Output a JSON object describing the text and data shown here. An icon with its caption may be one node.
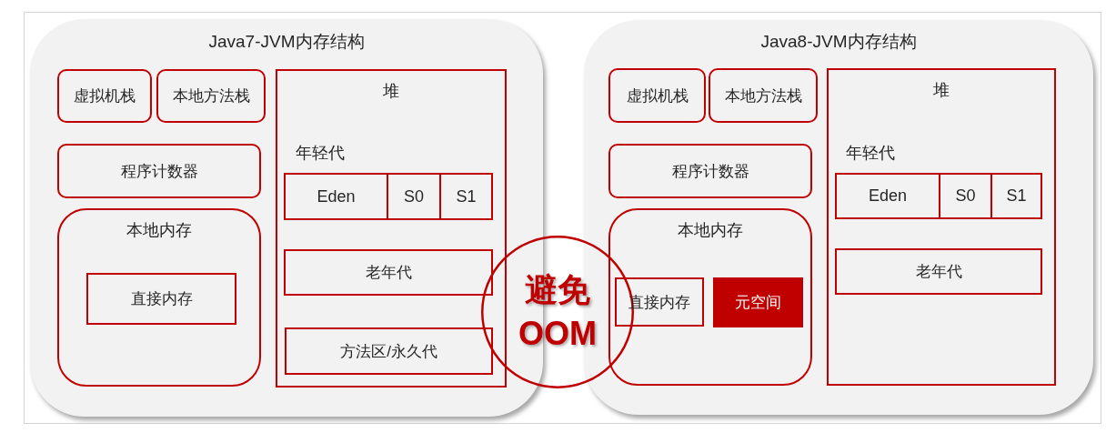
{
  "diagram": {
    "nodes": [
      {
        "text": [
          "Java7-JVM内存结构"
        ]
      },
      {
        "text": [
          "虚拟机栈"
        ],
        "in": 0
      },
      {
        "text": [
          "本地方法栈"
        ],
        "in": 0
      },
      {
        "text": [
          "程序计数器"
        ],
        "in": 0
      },
      {
        "text": [
          "本地内存"
        ],
        "in": 0
      },
      {
        "text": [
          "直接内存"
        ],
        "in": 4
      },
      {
        "text": [
          "堆"
        ],
        "in": 0
      },
      {
        "text": [
          "年轻代"
        ],
        "in": 6
      },
      {
        "text": [
          "Eden"
        ],
        "in": 7
      },
      {
        "text": [
          "S0"
        ],
        "in": 7
      },
      {
        "text": [
          "S1"
        ],
        "in": 7
      },
      {
        "text": [
          "老年代"
        ],
        "in": 6
      },
      {
        "text": [
          "方法区/永久代"
        ],
        "in": 6
      },
      {
        "text": [
          "避免OOM"
        ]
      },
      {
        "text": [
          "Java8-JVM内存结构"
        ]
      },
      {
        "text": [
          "虚拟机栈"
        ],
        "in": 14
      },
      {
        "text": [
          "本地方法栈"
        ],
        "in": 14
      },
      {
        "text": [
          "程序计数器"
        ],
        "in": 14
      },
      {
        "text": [
          "本地内存"
        ],
        "in": 14
      },
      {
        "text": [
          "直接内存"
        ],
        "in": 18
      },
      {
        "text": [
          "元空间"
        ],
        "in": 18
      },
      {
        "text": [
          "堆"
        ],
        "in": 14
      },
      {
        "text": [
          "年轻代"
        ],
        "in": 21
      },
      {
        "text": [
          "Eden"
        ],
        "in": 22
      },
      {
        "text": [
          "S0"
        ],
        "in": 22
      },
      {
        "text": [
          "S1"
        ],
        "in": 22
      },
      {
        "text": [
          "老年代"
        ],
        "in": 21
      }
    ]
  }
}
